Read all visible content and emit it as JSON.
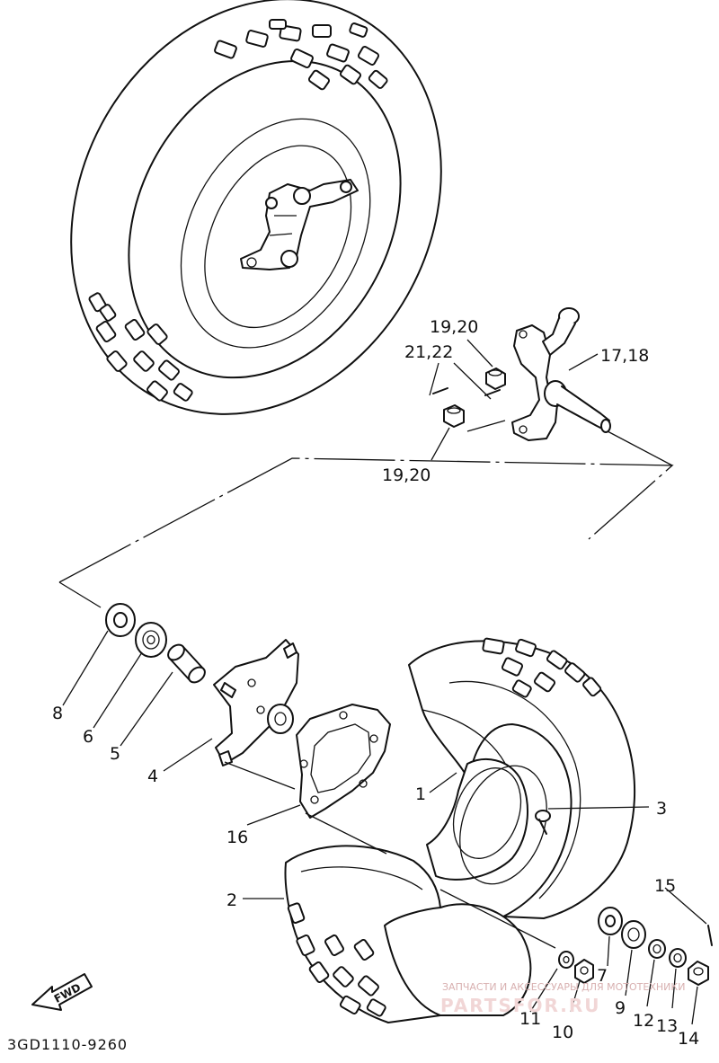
{
  "diagram": {
    "labels": [
      {
        "id": "19,20-top",
        "text": "19,20"
      },
      {
        "id": "21,22",
        "text": "21,22"
      },
      {
        "id": "17,18",
        "text": "17,18"
      },
      {
        "id": "19,20-bottom",
        "text": "19,20"
      },
      {
        "id": "8",
        "text": "8"
      },
      {
        "id": "6",
        "text": "6"
      },
      {
        "id": "5",
        "text": "5"
      },
      {
        "id": "4",
        "text": "4"
      },
      {
        "id": "16",
        "text": "16"
      },
      {
        "id": "1",
        "text": "1"
      },
      {
        "id": "3",
        "text": "3"
      },
      {
        "id": "2",
        "text": "2"
      },
      {
        "id": "15",
        "text": "15"
      },
      {
        "id": "7",
        "text": "7"
      },
      {
        "id": "9",
        "text": "9"
      },
      {
        "id": "11",
        "text": "11"
      },
      {
        "id": "10",
        "text": "10"
      },
      {
        "id": "12",
        "text": "12"
      },
      {
        "id": "13",
        "text": "13"
      },
      {
        "id": "14",
        "text": "14"
      }
    ],
    "fwd_label": "FWD",
    "drawing_code": "3GD1110-9260",
    "watermark": {
      "line1": "ЗАПЧАСТИ И АКСЕССУАРЫ ДЛЯ МОТОТЕХНИКИ",
      "line2": "PARTSFOR.RU"
    }
  }
}
